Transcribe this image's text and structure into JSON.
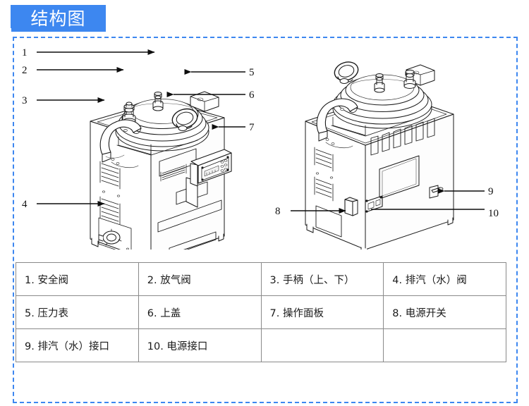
{
  "header": {
    "banner_title": "结构图",
    "banner_color": "#3d87f0",
    "frame_border_color": "#3d87f0"
  },
  "diagram": {
    "left_view_name": "front-three-quarter-view",
    "right_view_name": "rear-three-quarter-view",
    "callouts_left": [
      {
        "id": "1",
        "label": "1",
        "side": "left"
      },
      {
        "id": "2",
        "label": "2",
        "side": "left"
      },
      {
        "id": "3",
        "label": "3",
        "side": "left"
      },
      {
        "id": "4",
        "label": "4",
        "side": "left"
      },
      {
        "id": "5",
        "label": "5",
        "side": "right"
      },
      {
        "id": "6",
        "label": "6",
        "side": "right"
      },
      {
        "id": "7",
        "label": "7",
        "side": "right"
      }
    ],
    "callouts_right": [
      {
        "id": "8",
        "label": "8",
        "side": "left"
      },
      {
        "id": "9",
        "label": "9",
        "side": "right"
      },
      {
        "id": "10",
        "label": "10",
        "side": "right"
      }
    ]
  },
  "legend": {
    "rows": [
      [
        {
          "text": "1. 安全阀"
        },
        {
          "text": "2. 放气阀"
        },
        {
          "text": "3. 手柄（上、下）"
        },
        {
          "text": "4. 排汽（水）阀"
        }
      ],
      [
        {
          "text": "5. 压力表"
        },
        {
          "text": "6. 上盖"
        },
        {
          "text": "7. 操作面板"
        },
        {
          "text": "8. 电源开关"
        }
      ],
      [
        {
          "text": "9. 排汽（水）接口"
        },
        {
          "text": "10. 电源接口"
        },
        {
          "text": ""
        },
        {
          "text": ""
        }
      ]
    ]
  }
}
